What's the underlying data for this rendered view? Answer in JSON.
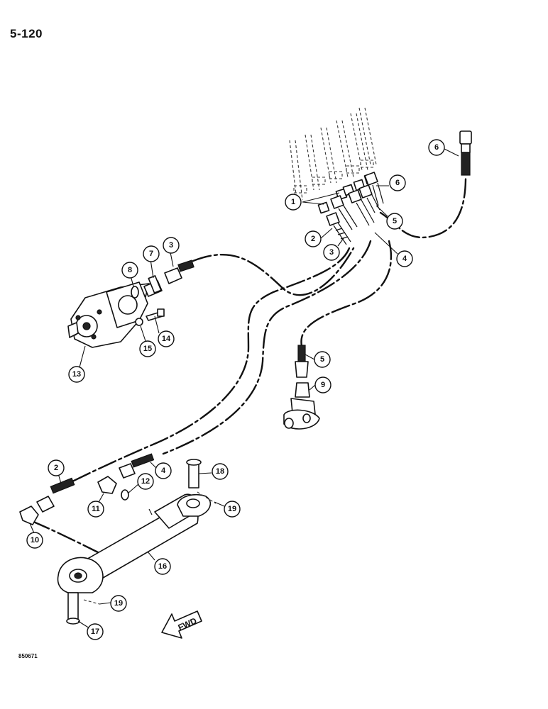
{
  "header": {
    "page_number": "5-120"
  },
  "footer": {
    "figure_code": "850671"
  },
  "direction_indicator": {
    "label": "FWD"
  },
  "callouts": [
    "1",
    "1",
    "2",
    "2",
    "3",
    "3",
    "4",
    "4",
    "5",
    "5",
    "6",
    "6",
    "7",
    "8",
    "9",
    "10",
    "11",
    "12",
    "13",
    "14",
    "15",
    "16",
    "17",
    "18",
    "19",
    "19"
  ]
}
